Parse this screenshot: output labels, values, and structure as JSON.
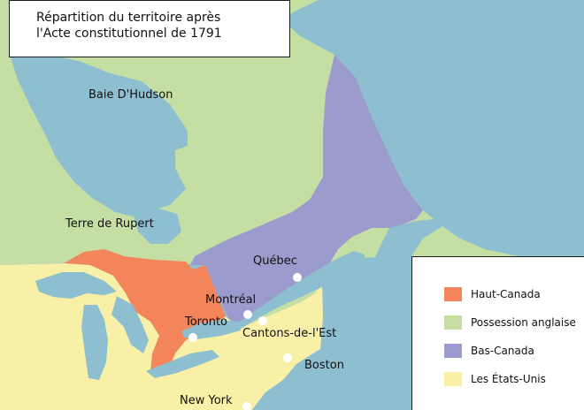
{
  "title": {
    "line1": "Répartition du territoire après",
    "line2": "l'Acte constitutionnel de 1791"
  },
  "colors": {
    "water": "#8ebfd1",
    "haut_canada": "#f4845a",
    "possession_anglaise": "#c5dea4",
    "bas_canada": "#9b9ccd",
    "etats_unis": "#f9f0a8"
  },
  "regions": {
    "baie_hudson": "Baie D'Hudson",
    "terre_rupert": "Terre de Rupert"
  },
  "cities": {
    "quebec": "Québec",
    "montreal": "Montréal",
    "toronto": "Toronto",
    "cantons": "Cantons-de-l'Est",
    "boston": "Boston",
    "new_york": "New York"
  },
  "legend": {
    "haut_canada": "Haut-Canada",
    "possession_anglaise": "Possession anglaise",
    "bas_canada": "Bas-Canada",
    "etats_unis": "Les États-Unis"
  }
}
